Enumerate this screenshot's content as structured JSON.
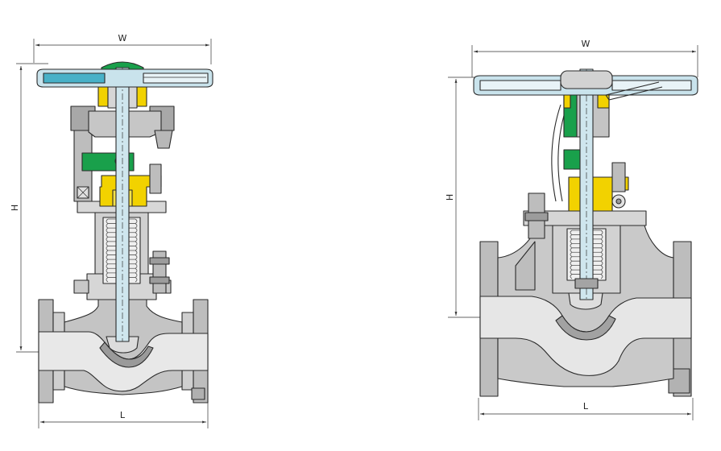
{
  "colors": {
    "body": "#c8c8c8",
    "body_dark": "#8c8c8c",
    "body_light": "#e6e6e6",
    "stem": "#cfe6ee",
    "handwheel": "#c9e3ec",
    "yoke_nut": "#19a04b",
    "gland": "#f2d200",
    "outline": "#2a2a2a"
  },
  "left_view": {
    "width_label": "W",
    "height_label": "H",
    "length_label": "L"
  },
  "right_view": {
    "width_label": "W",
    "height_label": "H",
    "length_label": "L"
  }
}
